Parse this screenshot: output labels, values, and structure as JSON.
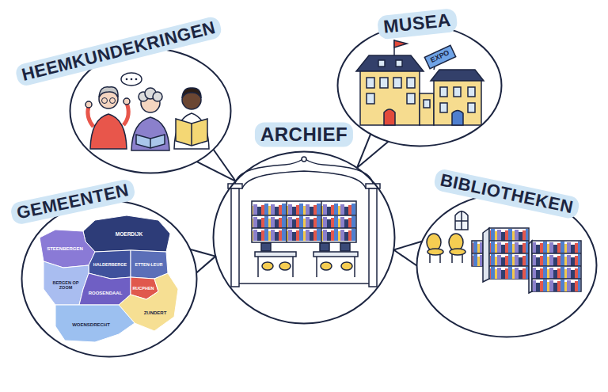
{
  "diagram": {
    "nodes": [
      {
        "text": [
          "HEEMKUNDEKRINGEN"
        ]
      },
      {
        "text": [
          "MUSEA"
        ]
      },
      {
        "text": [
          "ARCHIEF"
        ]
      },
      {
        "text": [
          "GEMEENTEN"
        ]
      },
      {
        "text": [
          "BIBLIOTHEKEN"
        ]
      }
    ],
    "edges": [
      {
        "from": 0,
        "to": 2,
        "arrow": "none"
      },
      {
        "from": 1,
        "to": 2,
        "arrow": "none"
      },
      {
        "from": 3,
        "to": 2,
        "arrow": "none"
      },
      {
        "from": 4,
        "to": 2,
        "arrow": "none"
      }
    ],
    "labels": [
      "EXPO",
      "MOERDIJK",
      "STEENBERGEN",
      "HALDERBERGE",
      "ETTEN-LEUR",
      "BERGEN OP ZOOM",
      "RUCPHEN",
      "ROOSENDAAL",
      "ZUNDERT",
      "WOENSDRECHT"
    ]
  }
}
